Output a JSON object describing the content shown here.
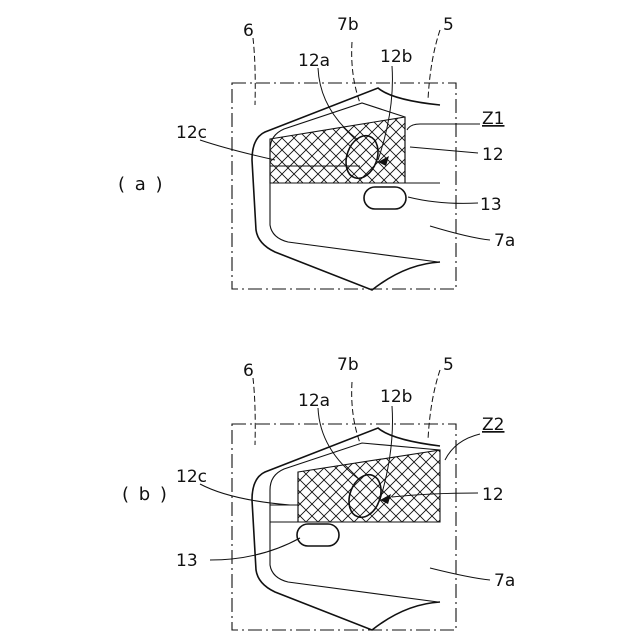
{
  "panels": [
    {
      "id": "a",
      "panel_label": "( a )",
      "labels": {
        "l6": "6",
        "l7b": "7b",
        "l5": "5",
        "l12a": "12a",
        "l12b": "12b",
        "lZ": "Z1",
        "l12": "12",
        "l12c": "12c",
        "l13": "13",
        "l7a": "7a"
      }
    },
    {
      "id": "b",
      "panel_label": "( b )",
      "labels": {
        "l6": "6",
        "l7b": "7b",
        "l5": "5",
        "l12a": "12a",
        "l12b": "12b",
        "lZ": "Z2",
        "l12": "12",
        "l12c": "12c",
        "l13": "13",
        "l7a": "7a"
      }
    }
  ],
  "colors": {
    "ink": "#111111",
    "background": "#ffffff"
  }
}
